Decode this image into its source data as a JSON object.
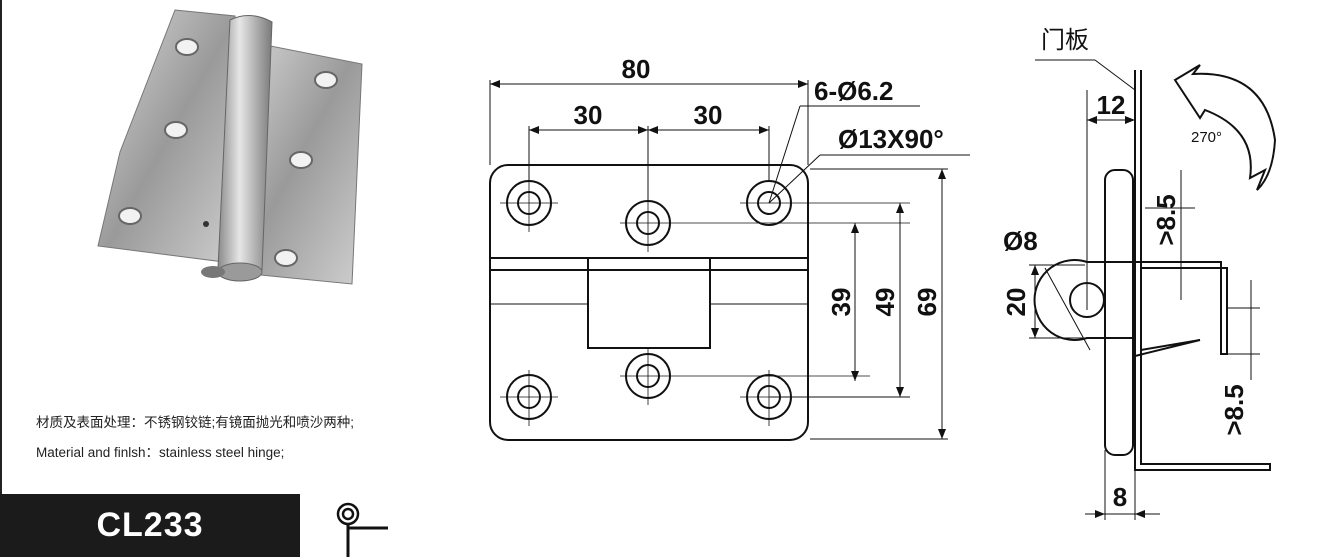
{
  "spec": {
    "material_cn": "材质及表面处理：不锈钢铰链;有镜面抛光和喷沙两种;",
    "material_en": "Material and finlsh：stainless steel hinge;"
  },
  "model": {
    "code": "CL233"
  },
  "front_view": {
    "dim_width": "80",
    "dim_spacing_left": "30",
    "dim_spacing_right": "30",
    "dim_holes": "6-Ø6.2",
    "dim_countersink": "Ø13X90°",
    "dim_39": "39",
    "dim_49": "49",
    "dim_69": "69"
  },
  "side_view": {
    "door_panel_label": "门板",
    "dim_12": "12",
    "rotation_label": "270°",
    "dim_85_top": ">8.5",
    "dim_pin_dia": "Ø8",
    "dim_20": "20",
    "dim_85_bottom": ">8.5",
    "dim_8": "8"
  }
}
